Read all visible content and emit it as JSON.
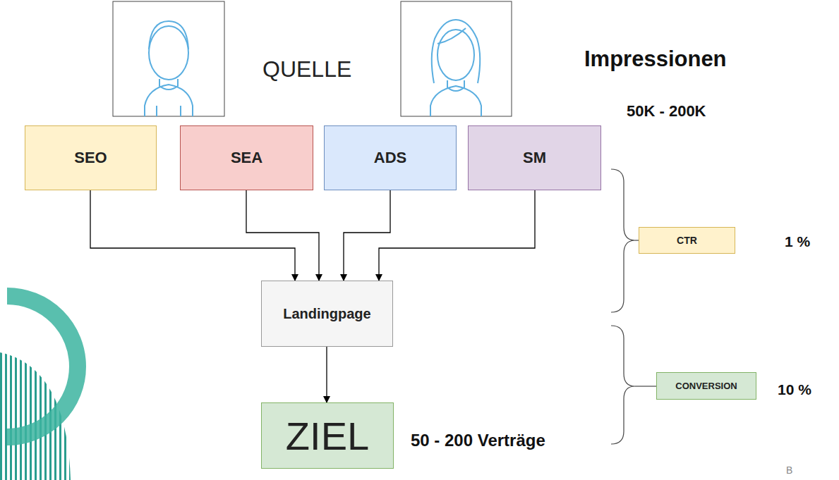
{
  "diagram": {
    "nodes": [
      {
        "text": [
          "SEO"
        ]
      },
      {
        "text": [
          "SEA"
        ]
      },
      {
        "text": [
          "ADS"
        ]
      },
      {
        "text": [
          "SM"
        ]
      },
      {
        "text": [
          "Landingpage"
        ]
      },
      {
        "text": [
          "CTR"
        ]
      },
      {
        "text": [
          "CONVERSION"
        ]
      },
      {
        "text": [
          "ZIEL"
        ]
      }
    ],
    "edges": [
      {
        "from": 0,
        "to": 4,
        "arrow": "to"
      },
      {
        "from": 1,
        "to": 4,
        "arrow": "to"
      },
      {
        "from": 2,
        "to": 4,
        "arrow": "to"
      },
      {
        "from": 3,
        "to": 4,
        "arrow": "to"
      },
      {
        "from": 4,
        "to": 7,
        "arrow": "to"
      }
    ],
    "labels": [
      "QUELLE",
      "Impressionen",
      "50K - 200K",
      "1 %",
      "10 %",
      "50 - 200 Verträge",
      "B"
    ]
  }
}
